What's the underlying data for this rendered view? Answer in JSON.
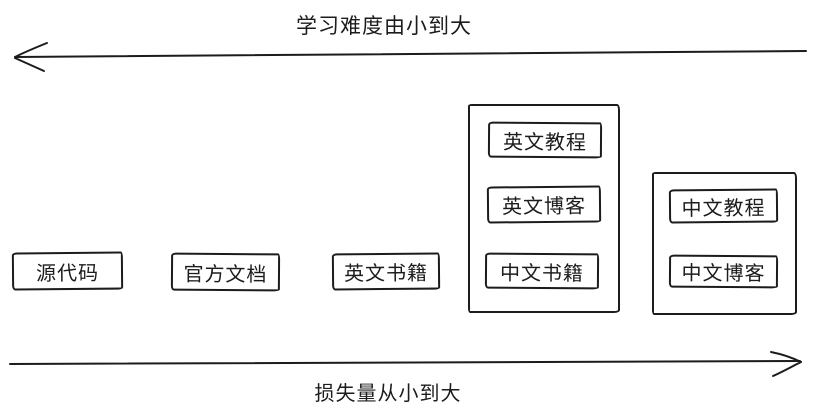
{
  "diagram": {
    "title_axes": {
      "top": {
        "label": "学习难度由小到大",
        "direction": "left"
      },
      "bottom": {
        "label": "损失量从小到大",
        "direction": "right"
      }
    },
    "colors": {
      "stroke": "#1c1c1c",
      "background": "#ffffff"
    },
    "standalone_boxes": [
      {
        "label": "源代码"
      },
      {
        "label": "官方文档"
      },
      {
        "label": "英文书籍"
      }
    ],
    "groups": [
      {
        "items": [
          {
            "label": "英文教程"
          },
          {
            "label": "英文博客"
          },
          {
            "label": "中文书籍"
          }
        ]
      },
      {
        "items": [
          {
            "label": "中文教程"
          },
          {
            "label": "中文博客"
          }
        ]
      }
    ]
  }
}
